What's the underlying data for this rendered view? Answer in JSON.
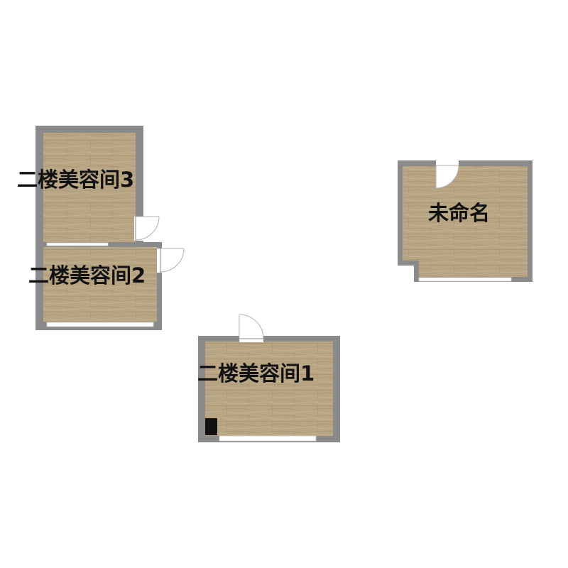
{
  "rooms": [
    {
      "id": "room3",
      "label": "二楼美容间3"
    },
    {
      "id": "room2",
      "label": "二楼美容间2"
    },
    {
      "id": "room1",
      "label": "二楼美容间1"
    },
    {
      "id": "unnamed",
      "label": "未命名"
    }
  ],
  "colors": {
    "wall": "#8a8a8a",
    "floor": "#b8a584",
    "floor_grain": "#a38f6d",
    "window": "#ffffff",
    "door": "#b0b0b0",
    "fixture": "#111111",
    "background": "#ffffff"
  }
}
